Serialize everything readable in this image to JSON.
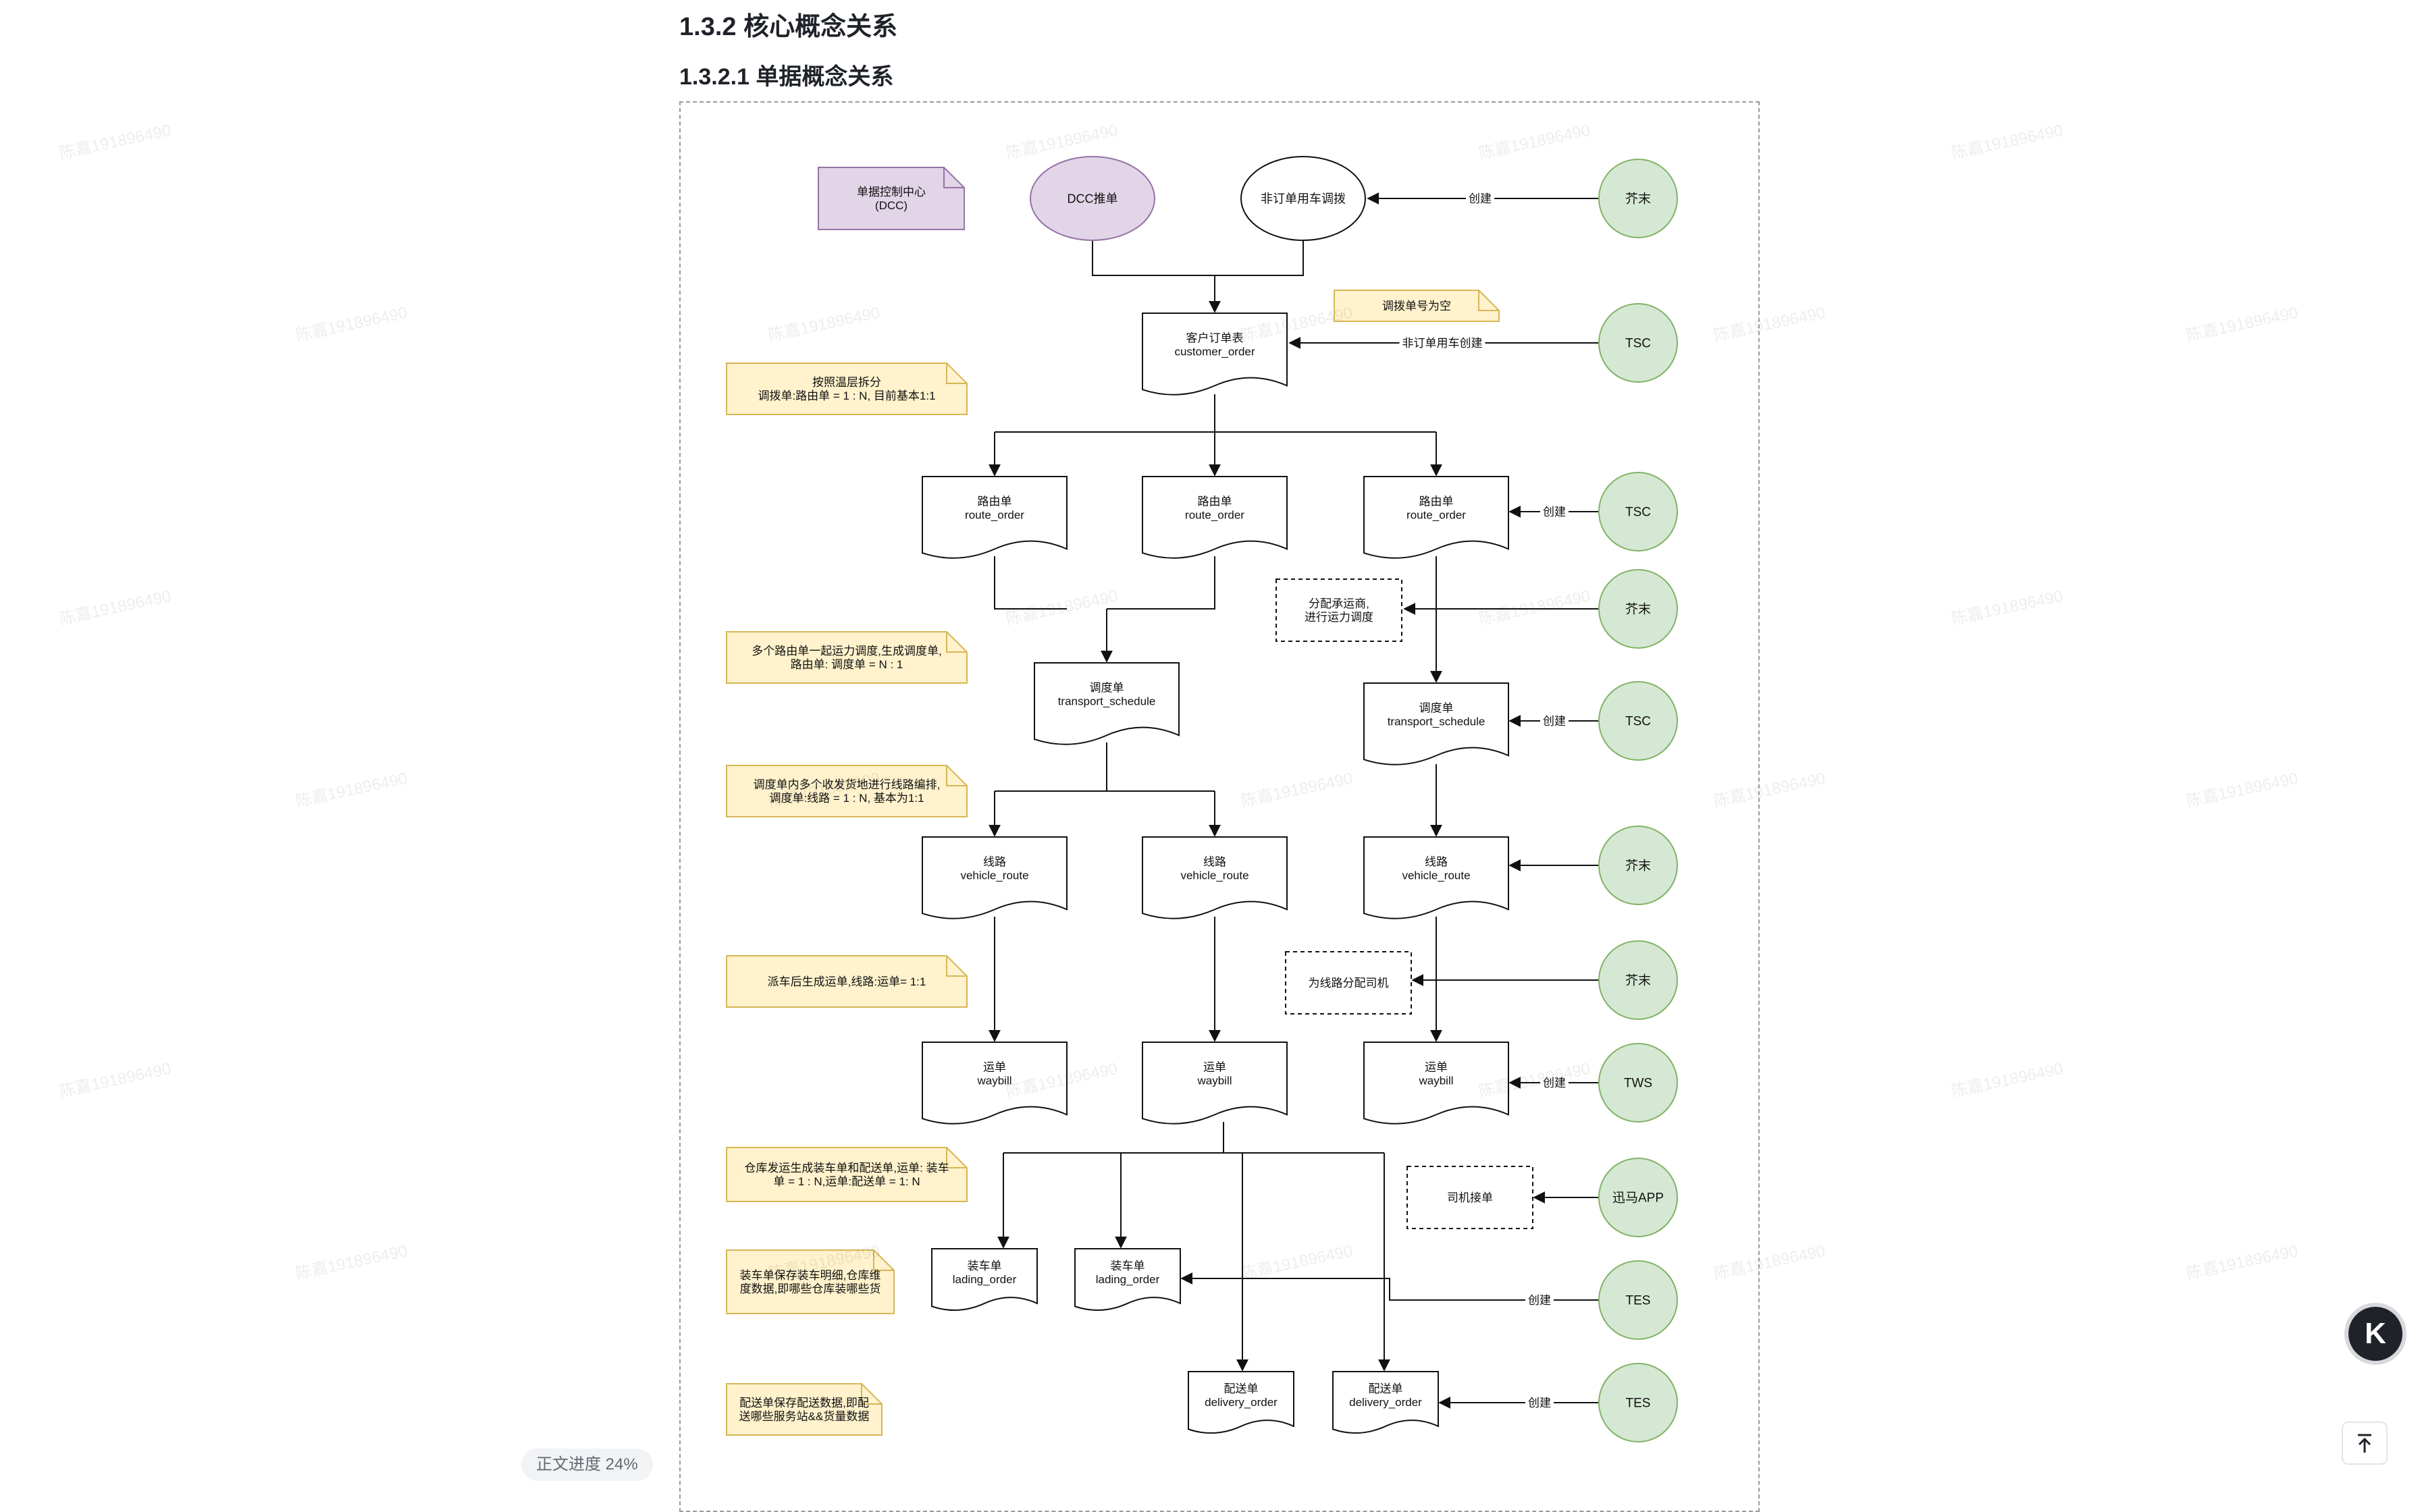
{
  "headings": {
    "section": "1.3.2 核心概念关系",
    "subsection": "1.3.2.1 单据概念关系"
  },
  "colors": {
    "actor": "#d5e8d4",
    "actor_stroke": "#82b366",
    "note": "#fff2cc",
    "note_stroke": "#d6b656",
    "purple": "#e1d5e7",
    "purple_stroke": "#9673a6"
  },
  "watermark": "陈嘉191896490",
  "progress_label": "正文进度 24%",
  "widgets": {
    "k_button": "K",
    "top_icon": "arrow-up-to-top-icon"
  },
  "diagram": {
    "nodes": {
      "dcc_note": [
        "单据控制中心",
        "(DCC)"
      ],
      "dcc_push": [
        "DCC推单"
      ],
      "non_order": [
        "非订单用车调拨"
      ],
      "customer_order": [
        "客户订单表",
        "customer_order"
      ],
      "transfer_empty": [
        "调拨单号为空"
      ],
      "route_order_1": [
        "路由单",
        "route_order"
      ],
      "route_order_2": [
        "路由单",
        "route_order"
      ],
      "route_order_3": [
        "路由单",
        "route_order"
      ],
      "assign_carrier": [
        "分配承运商,",
        "进行运力调度"
      ],
      "schedule_1": [
        "调度单",
        "transport_schedule"
      ],
      "schedule_2": [
        "调度单",
        "transport_schedule"
      ],
      "vehicle_route_1": [
        "线路",
        "vehicle_route"
      ],
      "vehicle_route_2": [
        "线路",
        "vehicle_route"
      ],
      "vehicle_route_3": [
        "线路",
        "vehicle_route"
      ],
      "assign_driver": [
        "为线路分配司机"
      ],
      "waybill_1": [
        "运单",
        "waybill"
      ],
      "waybill_2": [
        "运单",
        "waybill"
      ],
      "waybill_3": [
        "运单",
        "waybill"
      ],
      "driver_accept": [
        "司机接单"
      ],
      "lading_1": [
        "装车单",
        "lading_order"
      ],
      "lading_2": [
        "装车单",
        "lading_order"
      ],
      "delivery_1": [
        "配送单",
        "delivery_order"
      ],
      "delivery_2": [
        "配送单",
        "delivery_order"
      ]
    },
    "actors": [
      "芥末",
      "TSC",
      "TSC",
      "芥末",
      "TSC",
      "芥末",
      "芥末",
      "TWS",
      "迅马APP",
      "TES",
      "TES"
    ],
    "notes": {
      "split": [
        "按照温层拆分",
        "调拨单:路由单 = 1 : N,  目前基本1:1"
      ],
      "merge": [
        "多个路由单一起运力调度,生成调度单,",
        "路由单: 调度单 = N : 1"
      ],
      "route": [
        "调度单内多个收发货地进行线路编排,",
        "调度单:线路 = 1 : N,  基本为1:1"
      ],
      "dispatch": [
        "派车后生成运单,线路:运单= 1:1"
      ],
      "warehouse": [
        "仓库发运生成装车单和配送单,运单:  装车",
        "单 = 1 : N,运单:配送单 = 1: N"
      ],
      "lading": [
        "装车单保存装车明细,仓库维",
        "度数据,即哪些仓库装哪些货"
      ],
      "delivery": [
        "配送单保存配送数据,即配",
        "送哪些服务站&&货量数据"
      ]
    },
    "edge_labels": {
      "create": "创建",
      "non_order_create": "非订单用车创建"
    }
  }
}
